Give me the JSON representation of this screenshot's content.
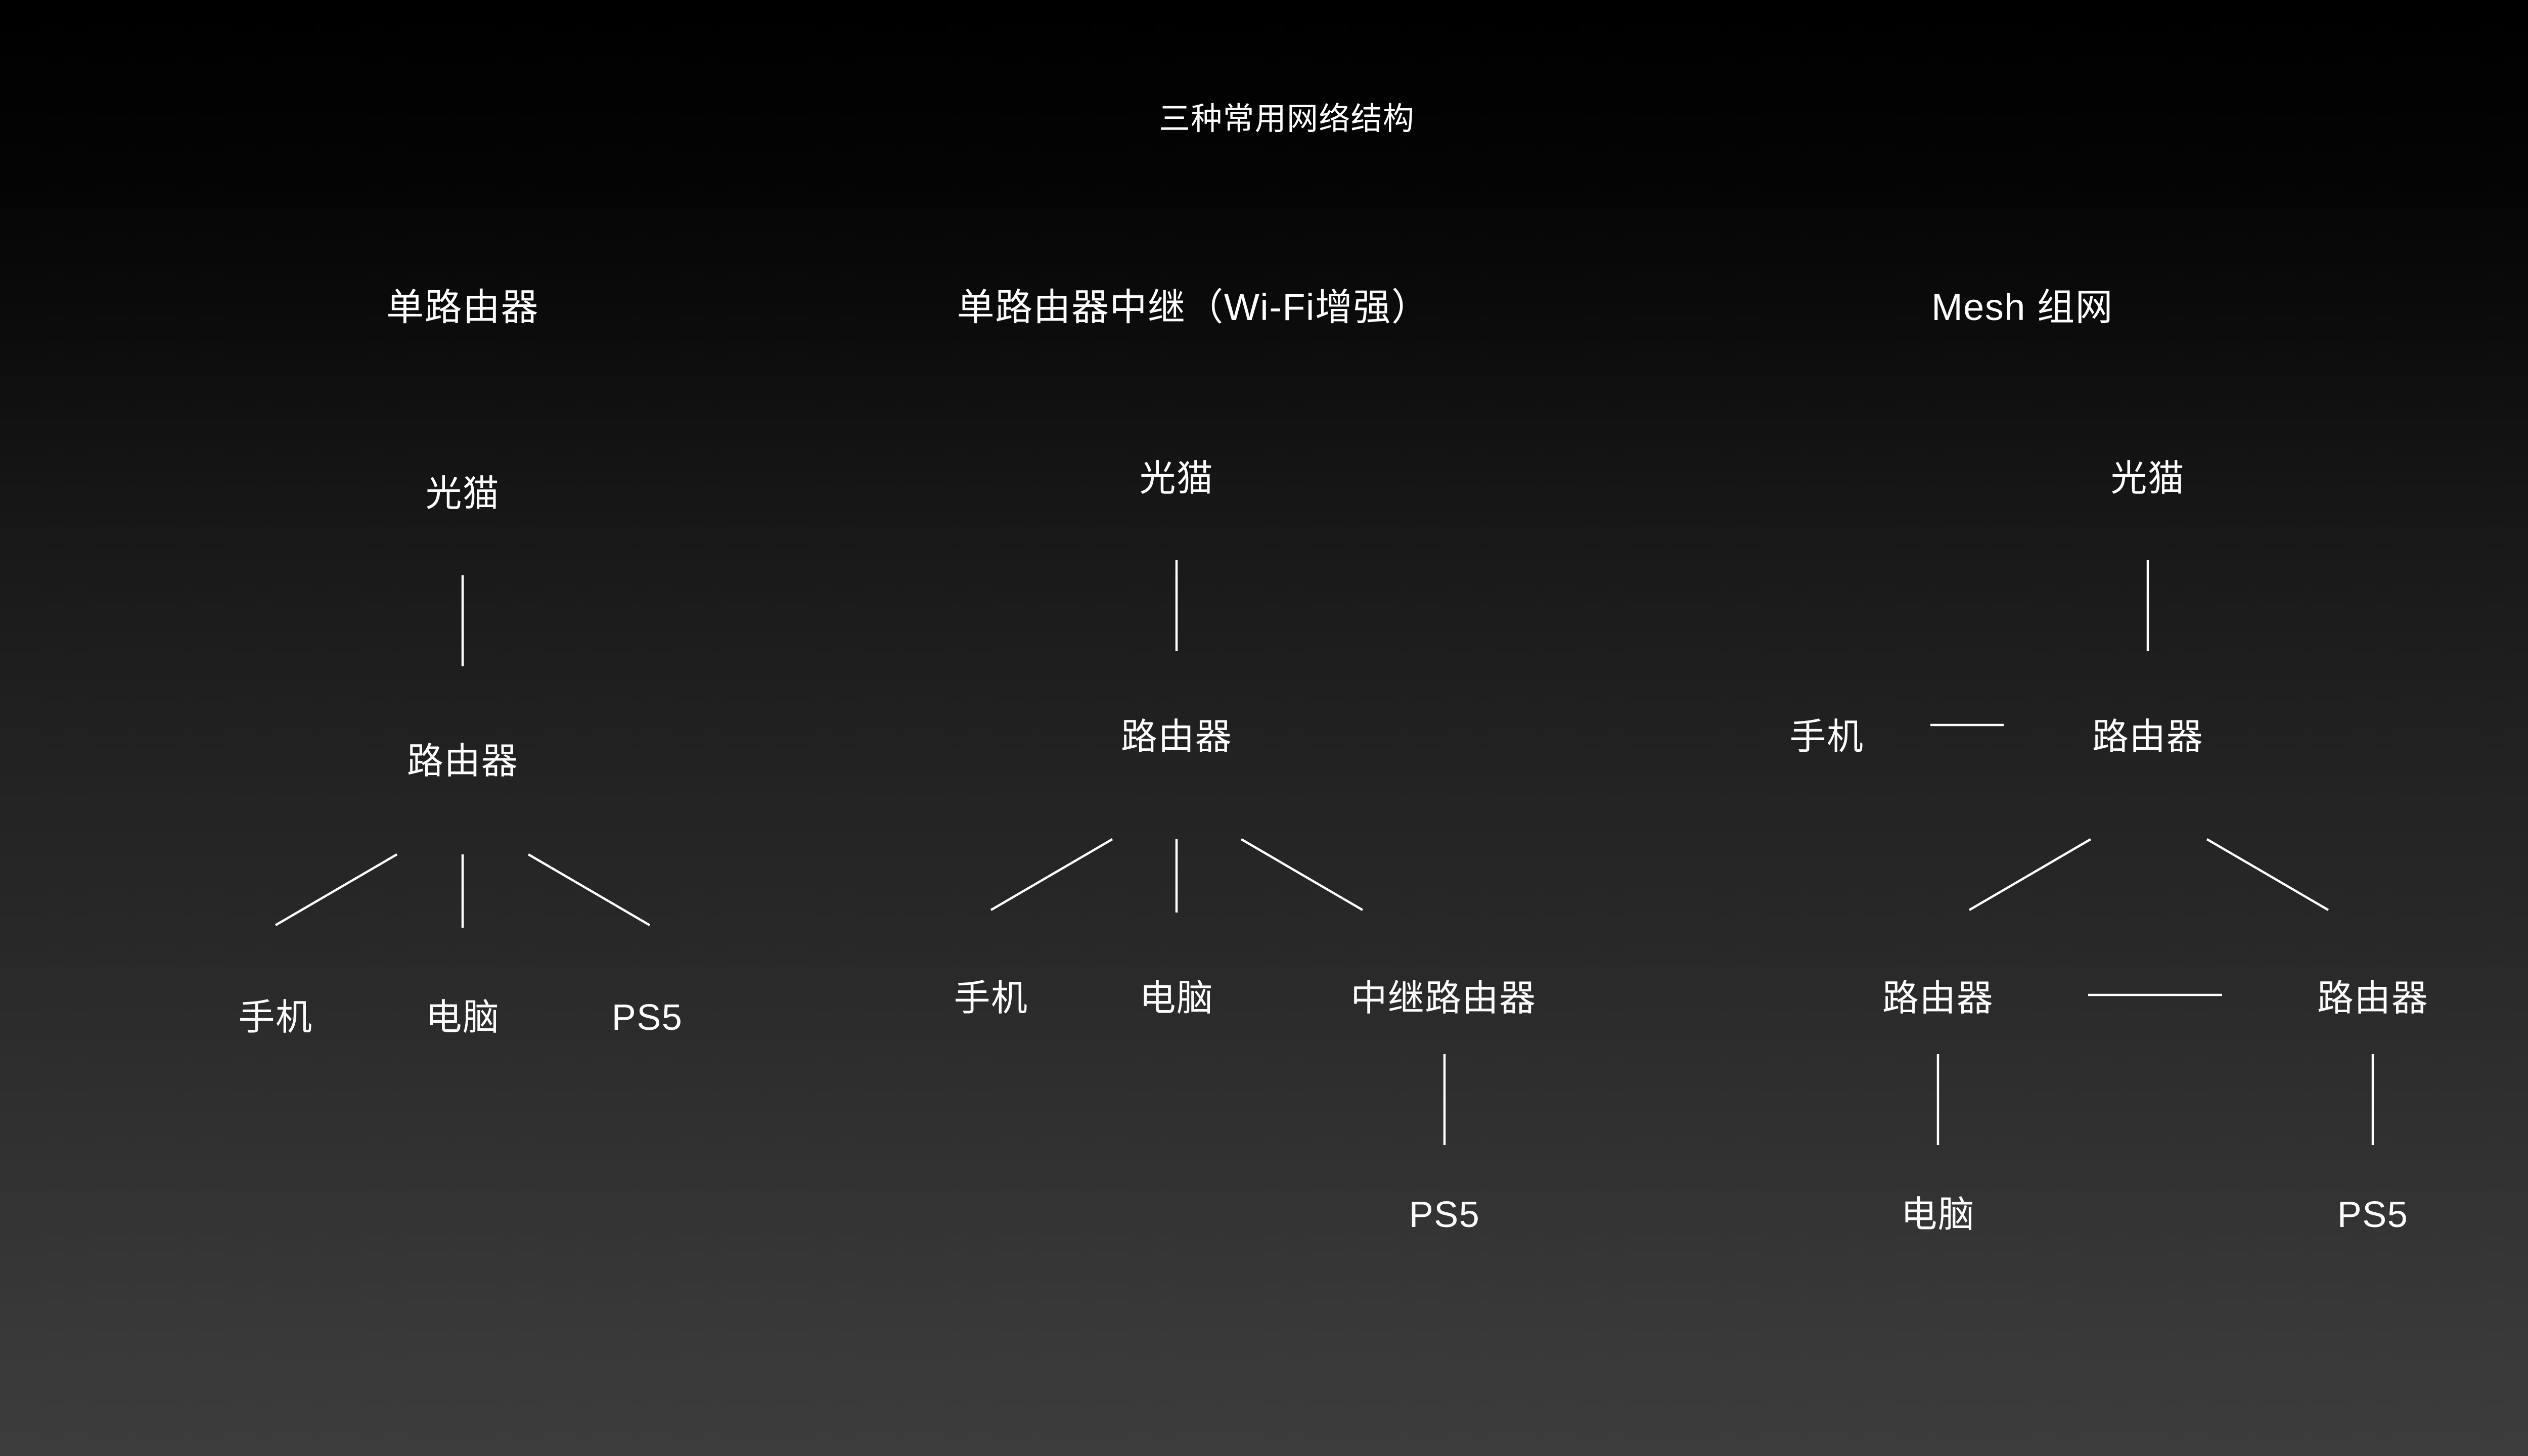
{
  "diagram": {
    "title": "三种常用网络结构",
    "background": {
      "top_color": "#000000",
      "bottom_color": "#3c3c3c"
    },
    "text_color": "#ffffff",
    "line_color": "#ffffff",
    "columns": [
      {
        "heading": "单路由器",
        "nodes": {
          "modem": "光猫",
          "router": "路由器",
          "leaf_phone": "手机",
          "leaf_pc": "电脑",
          "leaf_ps5": "PS5"
        }
      },
      {
        "heading": "单路由器中继（Wi-Fi增强）",
        "nodes": {
          "modem": "光猫",
          "router": "路由器",
          "leaf_phone": "手机",
          "leaf_pc": "电脑",
          "relay_router": "中继路由器",
          "leaf_ps5": "PS5"
        }
      },
      {
        "heading": "Mesh 组网",
        "nodes": {
          "modem": "光猫",
          "phone": "手机",
          "router_main": "路由器",
          "router_left": "路由器",
          "router_right": "路由器",
          "leaf_pc": "电脑",
          "leaf_ps5": "PS5"
        }
      }
    ]
  },
  "chart_data": {
    "type": "diagram",
    "title": "三种常用网络结构",
    "subtype": "network-topology-trees",
    "trees": [
      {
        "name": "单路由器",
        "edges": [
          [
            "光猫",
            "路由器"
          ],
          [
            "路由器",
            "手机"
          ],
          [
            "路由器",
            "电脑"
          ],
          [
            "路由器",
            "PS5"
          ]
        ]
      },
      {
        "name": "单路由器中继（Wi-Fi增强）",
        "edges": [
          [
            "光猫",
            "路由器"
          ],
          [
            "路由器",
            "手机"
          ],
          [
            "路由器",
            "电脑"
          ],
          [
            "路由器",
            "中继路由器"
          ],
          [
            "中继路由器",
            "PS5"
          ]
        ]
      },
      {
        "name": "Mesh 组网",
        "edges": [
          [
            "光猫",
            "路由器"
          ],
          [
            "手机",
            "路由器"
          ],
          [
            "路由器",
            "路由器(左)"
          ],
          [
            "路由器",
            "路由器(右)"
          ],
          [
            "路由器(左)",
            "路由器(右)"
          ],
          [
            "路由器(左)",
            "电脑"
          ],
          [
            "路由器(右)",
            "PS5"
          ]
        ]
      }
    ]
  }
}
